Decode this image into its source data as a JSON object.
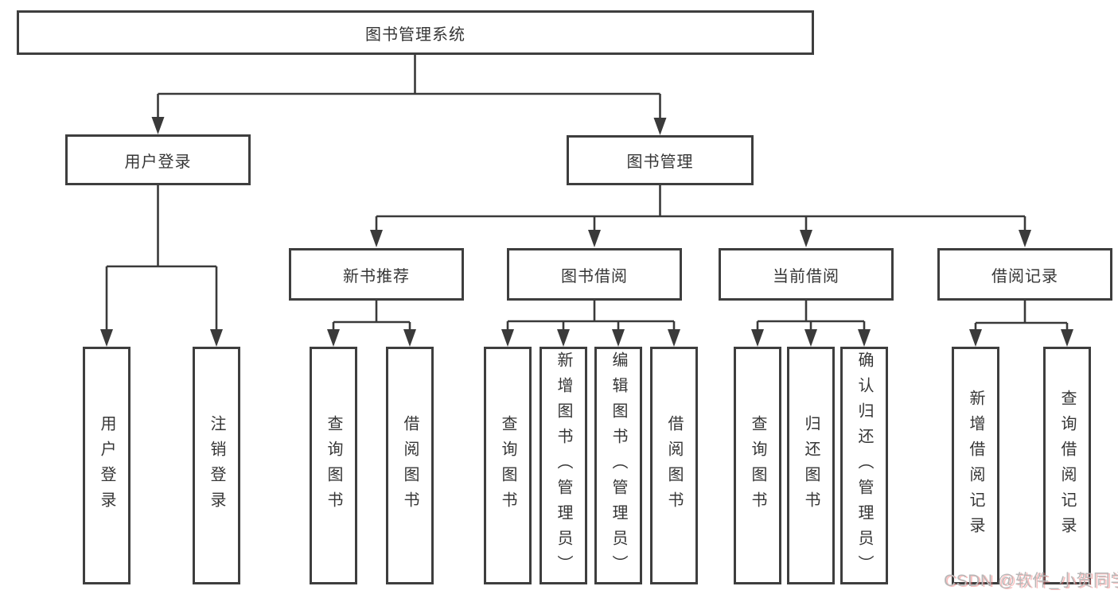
{
  "diagram": {
    "type": "hierarchy",
    "nodes": {
      "root": "图书管理系统",
      "user_login": "用户登录",
      "book_management": "图书管理",
      "new_book_recommend": "新书推荐",
      "book_borrowing": "图书借阅",
      "current_borrowing": "当前借阅",
      "borrowing_records": "借阅记录",
      "leaf_user_login": "用户登录",
      "leaf_logout_login": "注销登录",
      "leaf_nbr_query_books": "查询图书",
      "leaf_nbr_borrow_books": "借阅图书",
      "leaf_bb_query_books": "查询图书",
      "leaf_bb_add_books": "新增图书（管理员）",
      "leaf_bb_edit_books": "编辑图书（管理员）",
      "leaf_bb_borrow_books": "借阅图书",
      "leaf_cb_query_books": "查询图书",
      "leaf_cb_return_books": "归还图书",
      "leaf_cb_confirm_return": "确认归还（管理员）",
      "leaf_br_add_record": "新增借阅记录",
      "leaf_br_query_record": "查询借阅记录"
    },
    "edges": [
      [
        "图书管理系统",
        "用户登录"
      ],
      [
        "图书管理系统",
        "图书管理"
      ],
      [
        "用户登录",
        "用户登录"
      ],
      [
        "用户登录",
        "注销登录"
      ],
      [
        "图书管理",
        "新书推荐"
      ],
      [
        "图书管理",
        "图书借阅"
      ],
      [
        "图书管理",
        "当前借阅"
      ],
      [
        "图书管理",
        "借阅记录"
      ],
      [
        "新书推荐",
        "查询图书"
      ],
      [
        "新书推荐",
        "借阅图书"
      ],
      [
        "图书借阅",
        "查询图书"
      ],
      [
        "图书借阅",
        "新增图书（管理员）"
      ],
      [
        "图书借阅",
        "编辑图书（管理员）"
      ],
      [
        "图书借阅",
        "借阅图书"
      ],
      [
        "当前借阅",
        "查询图书"
      ],
      [
        "当前借阅",
        "归还图书"
      ],
      [
        "当前借阅",
        "确认归还（管理员）"
      ],
      [
        "借阅记录",
        "新增借阅记录"
      ],
      [
        "借阅记录",
        "查询借阅记录"
      ]
    ],
    "colors": {
      "line": "#3a3a3a",
      "box_border": "#3e3e3e",
      "text": "#363636",
      "background": "#ffffff",
      "watermark_text": "#b8b8b8",
      "watermark_shadow": "#f47070"
    }
  },
  "watermark": "CSDN @软件_小贺同学"
}
